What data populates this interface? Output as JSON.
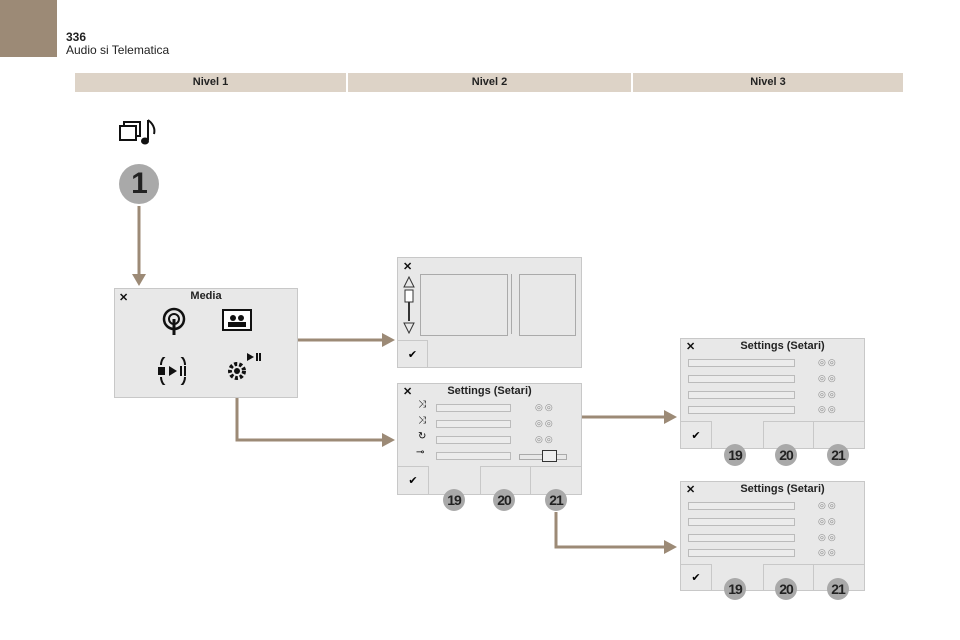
{
  "page": {
    "number": "336",
    "section": "Audio si Telematica"
  },
  "header": {
    "levels": [
      "Nivel 1",
      "Nivel 2",
      "Nivel 3"
    ]
  },
  "step_badge": "1",
  "media_panel": {
    "title": "Media",
    "close": "✕"
  },
  "panel_list": {
    "close": "✕",
    "ok": "✔"
  },
  "panel_settings": {
    "title": "Settings (Setari)",
    "close": "✕",
    "ok": "✔",
    "badges": [
      "19",
      "20",
      "21"
    ]
  },
  "panel_settings_a": {
    "title": "Settings (Setari)",
    "close": "✕",
    "ok": "✔",
    "badges": [
      "19",
      "20",
      "21"
    ]
  },
  "panel_settings_b": {
    "title": "Settings (Setari)",
    "close": "✕",
    "ok": "✔",
    "badges": [
      "19",
      "20",
      "21"
    ]
  },
  "colors": {
    "accent": "#9c8a76",
    "header": "#ddd3c7",
    "panel": "#e8e8e8"
  }
}
